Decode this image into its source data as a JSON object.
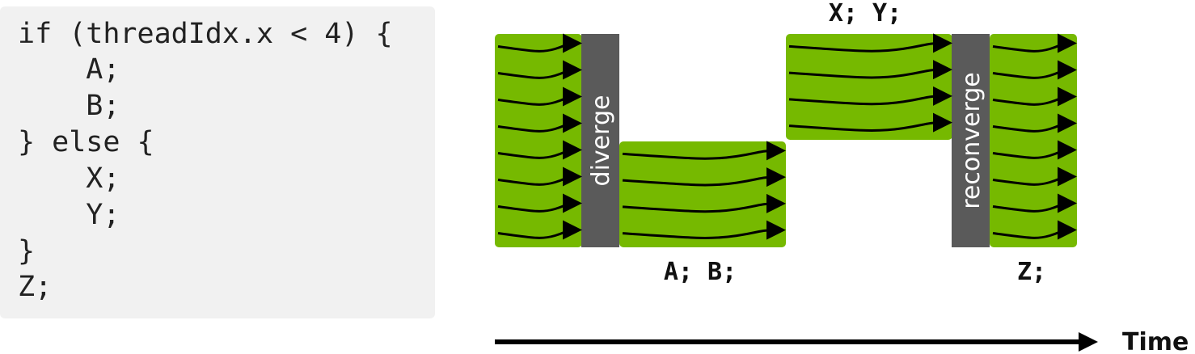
{
  "code": {
    "lines": [
      "if (threadIdx.x < 4) {",
      "    A;",
      "    B;",
      "} else {",
      "    X;",
      "    Y;",
      "}",
      "Z;"
    ]
  },
  "diagram": {
    "labels": {
      "diverge": "diverge",
      "reconverge": "reconverge",
      "branch_if": "A; B;",
      "branch_else": "X; Y;",
      "after": "Z;",
      "time": "Time"
    },
    "thread_counts": {
      "start": 8,
      "branch_if": 4,
      "branch_else": 4,
      "after": 8
    },
    "colors": {
      "thread_block": "#76b900",
      "sync_bar": "#5a5a5a",
      "arrow": "#000000",
      "code_background": "#f1f1f1"
    }
  }
}
